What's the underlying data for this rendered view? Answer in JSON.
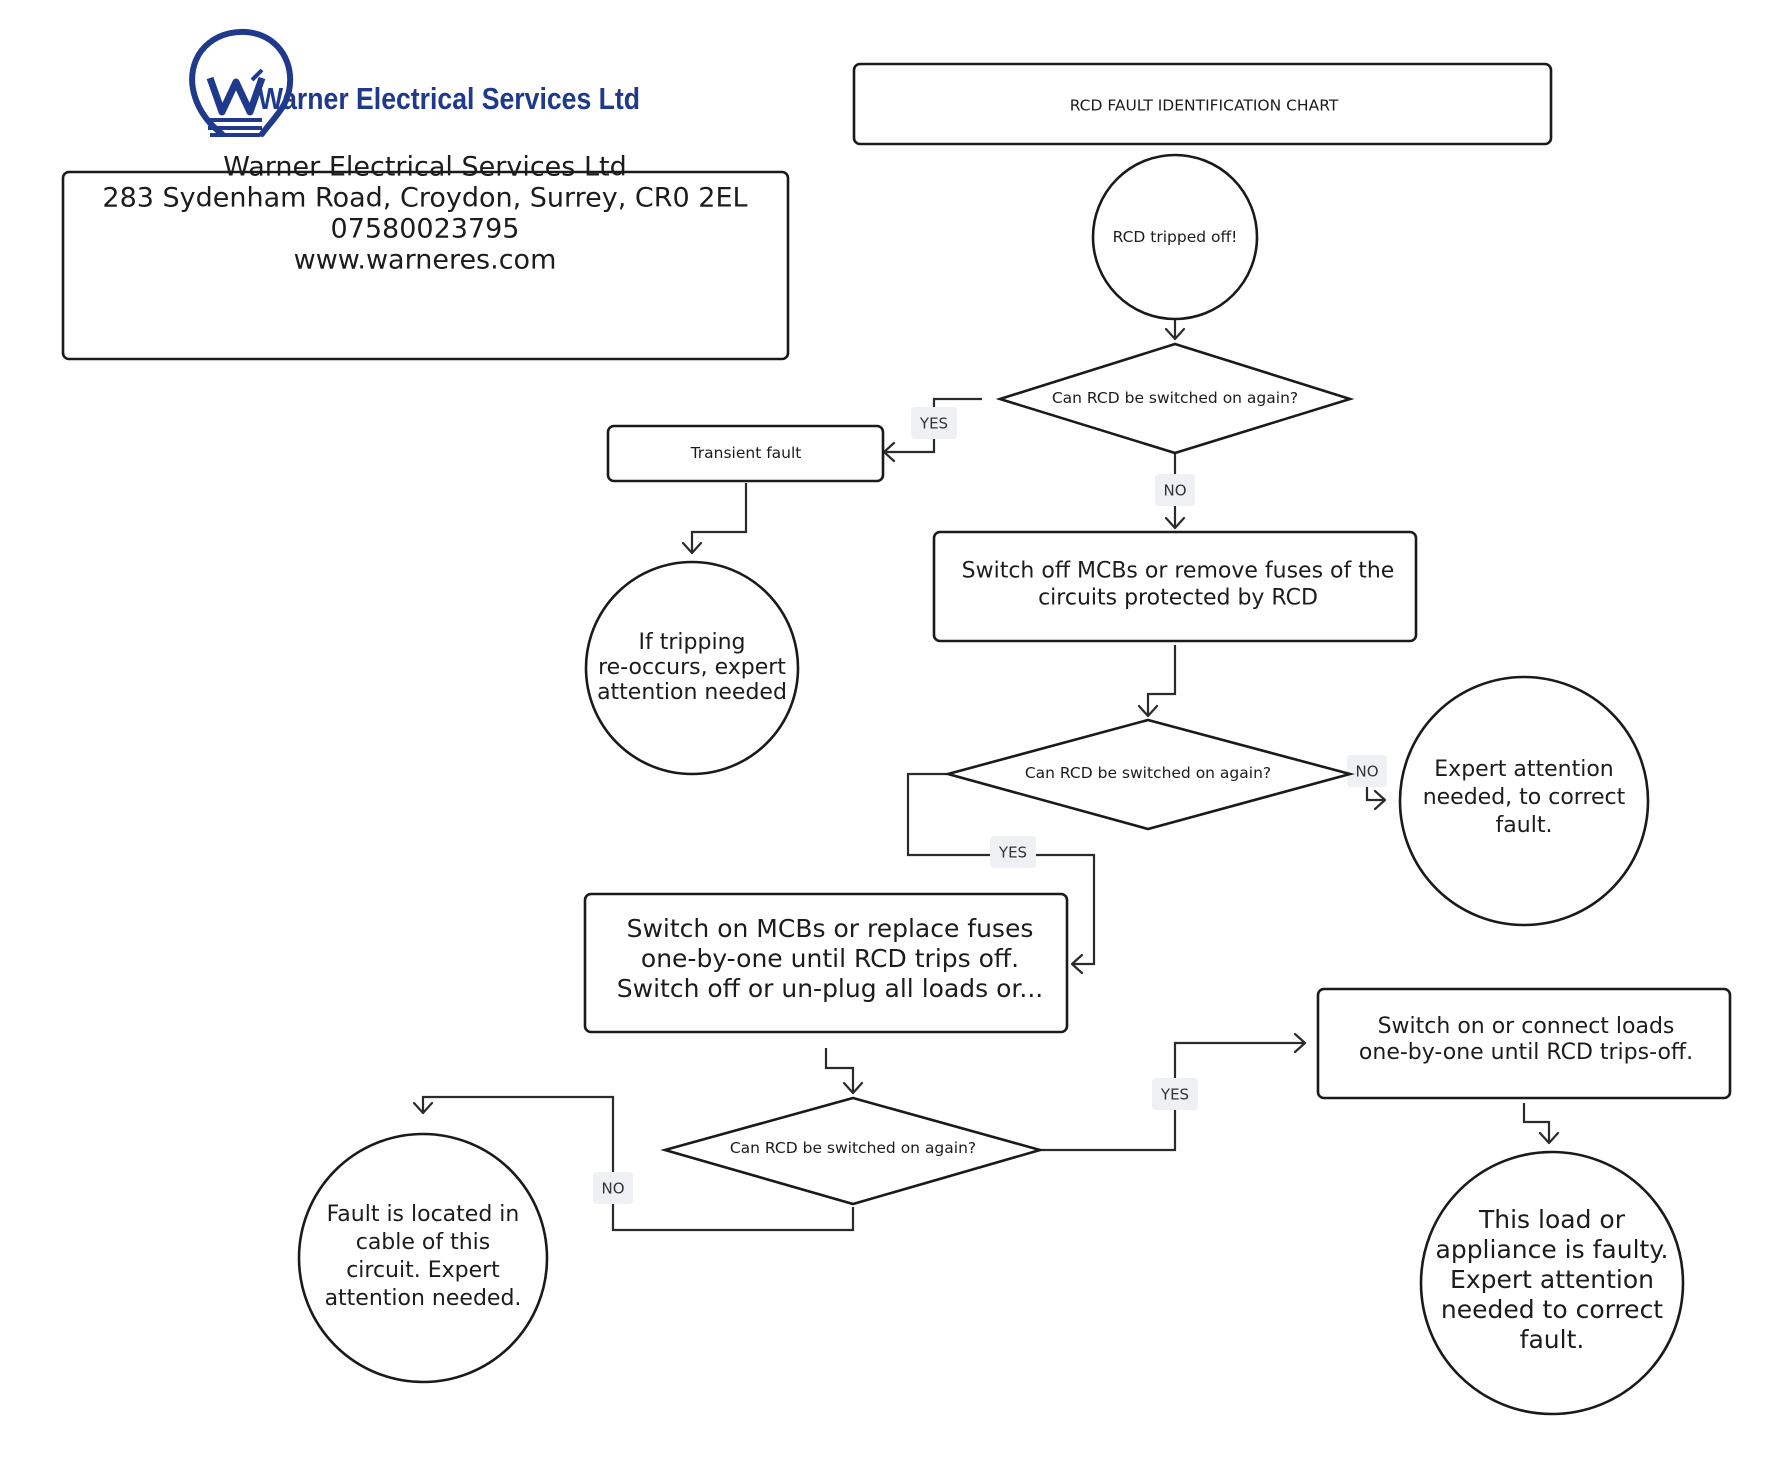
{
  "company": {
    "logo_text": "Warner Electrical Services Ltd",
    "address_lines": [
      "Warner Electrical Services Ltd",
      "283 Sydenham Road, Croydon, Surrey, CR0 2EL",
      "07580023795",
      "www.warneres.com"
    ]
  },
  "chart": {
    "title": "RCD FAULT IDENTIFICATION CHART"
  },
  "nodes": {
    "start": [
      "RCD tripped off!"
    ],
    "q1": [
      "Can RCD be switched on again?"
    ],
    "transient": [
      "Transient fault"
    ],
    "retrip": [
      "If tripping",
      "re-occurs, expert",
      "attention needed"
    ],
    "switch_off": [
      "Switch off MCBs or remove fuses of the",
      "circuits protected by RCD"
    ],
    "q2": [
      "Can RCD be switched on again?"
    ],
    "expert1": [
      "Expert attention",
      "needed, to correct",
      "fault."
    ],
    "switch_on_mcb": [
      "Switch on MCBs or replace fuses",
      "one-by-one until RCD trips off.",
      "Switch off or un-plug all loads or..."
    ],
    "q3": [
      "Can RCD be switched on again?"
    ],
    "cable_fault": [
      "Fault is located in",
      "cable of this",
      "circuit. Expert",
      "attention needed."
    ],
    "connect_loads": [
      "Switch on or connect loads",
      "one-by-one until RCD trips-off."
    ],
    "load_faulty": [
      "This load or",
      "appliance is faulty.",
      "Expert attention",
      "needed to correct",
      "fault."
    ]
  },
  "edge_labels": {
    "q1_yes": "YES",
    "q1_no": "NO",
    "q2_no": "NO",
    "q2_yes": "YES",
    "q3_yes": "YES",
    "q3_no": "NO"
  },
  "icons": {
    "logo": "lightbulb-logo-icon"
  },
  "colors": {
    "logo_blue": "#1f3a8c",
    "stroke": "#1a1a1a",
    "tag_background": "#eef0f3"
  }
}
